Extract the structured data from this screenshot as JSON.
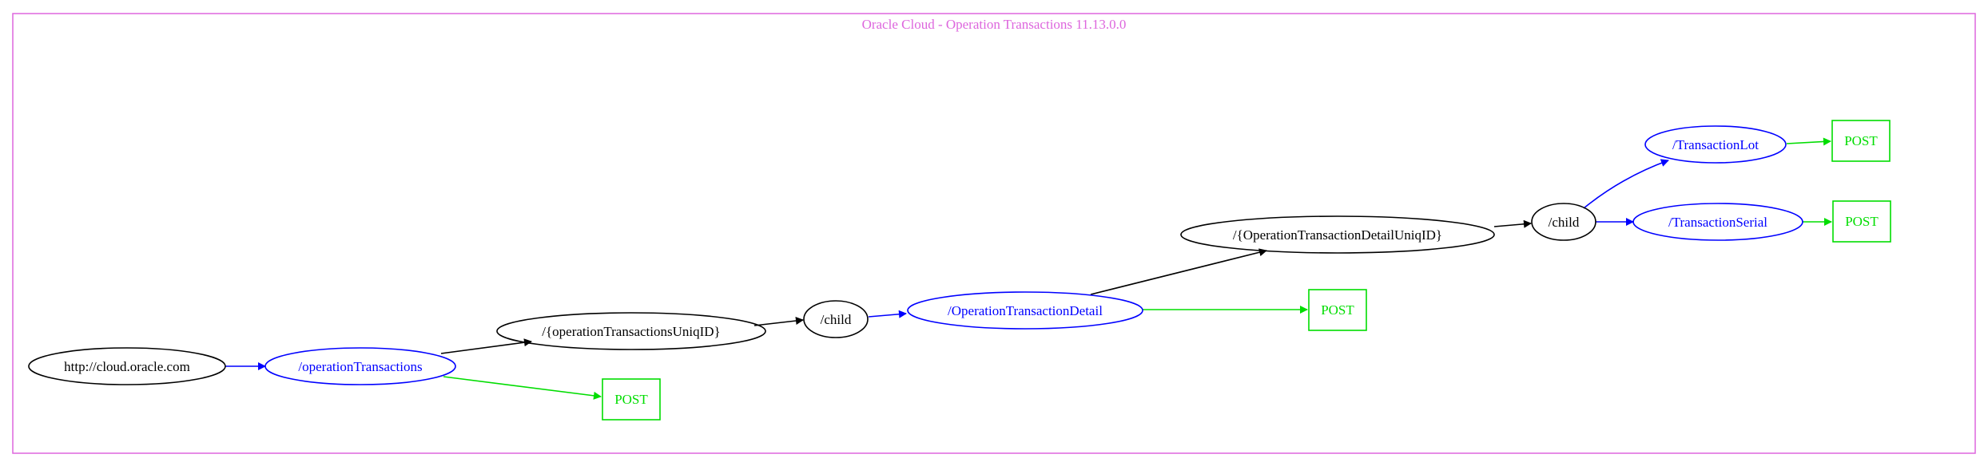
{
  "diagram": {
    "title": "Oracle Cloud - Operation Transactions 11.13.0.0",
    "colors": {
      "frame": "#dd66dd",
      "resource": "#0000ff",
      "method": "#00dd00",
      "plain": "#000000"
    },
    "nodes": {
      "root": {
        "label": "http://cloud.oracle.com"
      },
      "operation_transactions": {
        "label": "/operationTransactions"
      },
      "post_operation_transactions": {
        "label": "POST"
      },
      "operation_transactions_uniq_id": {
        "label": "/{operationTransactionsUniqID}"
      },
      "child_1": {
        "label": "/child"
      },
      "operation_transaction_detail": {
        "label": "/OperationTransactionDetail"
      },
      "post_operation_transaction_detail": {
        "label": "POST"
      },
      "operation_transaction_detail_uniq_id": {
        "label": "/{OperationTransactionDetailUniqID}"
      },
      "child_2": {
        "label": "/child"
      },
      "transaction_lot": {
        "label": "/TransactionLot"
      },
      "post_transaction_lot": {
        "label": "POST"
      },
      "transaction_serial": {
        "label": "/TransactionSerial"
      },
      "post_transaction_serial": {
        "label": "POST"
      }
    }
  }
}
